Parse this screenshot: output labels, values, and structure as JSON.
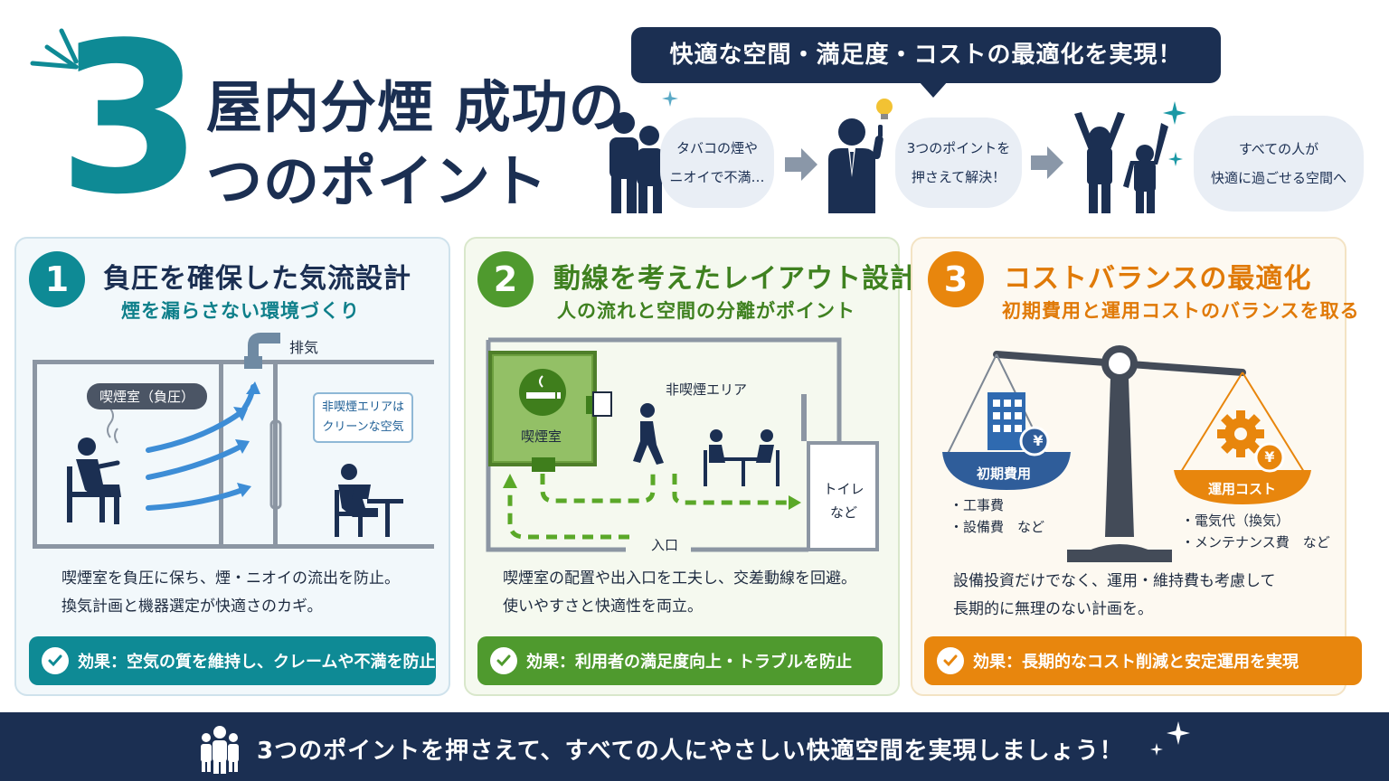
{
  "header": {
    "big_number": "3",
    "title_line1": "屋内分煙 成功の",
    "title_line2": "つのポイント",
    "bubble": "快適な空間・満足度・コストの最適化を実現！",
    "flow": [
      {
        "line1": "タバコの煙や",
        "line2": "ニオイで不満…"
      },
      {
        "line1": "3つのポイントを",
        "line2": "押さえて解決！"
      },
      {
        "line1": "すべての人が",
        "line2": "快適に過ごせる空間へ"
      }
    ]
  },
  "cards": [
    {
      "number": "1",
      "title": "負圧を確保した気流設計",
      "subtitle": "煙を漏らさない環境づくり",
      "diagram": {
        "exhaust": "排気",
        "smoking_room": "喫煙室（負圧）",
        "note_line1": "非喫煙エリアは",
        "note_line2": "クリーンな空気"
      },
      "desc_line1": "喫煙室を負圧に保ち、煙・ニオイの流出を防止。",
      "desc_line2": "換気計画と機器選定が快適さのカギ。",
      "effect": "効果：空気の質を維持し、クレームや不満を防止",
      "color": "#0e8a95"
    },
    {
      "number": "2",
      "title": "動線を考えたレイアウト設計",
      "subtitle": "人の流れと空間の分離がポイント",
      "diagram": {
        "smoking_room": "喫煙室",
        "non_smoking": "非喫煙エリア",
        "toilet_line1": "トイレ",
        "toilet_line2": "など",
        "entrance": "入口"
      },
      "desc_line1": "喫煙室の配置や出入口を工夫し、交差動線を回避。",
      "desc_line2": "使いやすさと快適性を両立。",
      "effect": "効果：利用者の満足度向上・トラブルを防止",
      "color": "#4f9a2e"
    },
    {
      "number": "3",
      "title": "コストバランスの最適化",
      "subtitle": "初期費用と運用コストのバランスを取る",
      "diagram": {
        "left_label": "初期費用",
        "left_items": [
          "・工事費",
          "・設備費　など"
        ],
        "right_label": "運用コスト",
        "right_items": [
          "・電気代（換気）",
          "・メンテナンス費　など"
        ],
        "yen": "¥"
      },
      "desc_line1": "設備投資だけでなく、運用・維持費も考慮して",
      "desc_line2": "長期的に無理のない計画を。",
      "effect": "効果：長期的なコスト削減と安定運用を実現",
      "color": "#e8860d"
    }
  ],
  "footer": {
    "text": "3つのポイントを押さえて、すべての人にやさしい快適空間を実現しましょう！"
  },
  "colors": {
    "navy": "#1b2f52",
    "teal": "#0e8a95",
    "green": "#4f9a2e",
    "orange": "#e8860d"
  }
}
